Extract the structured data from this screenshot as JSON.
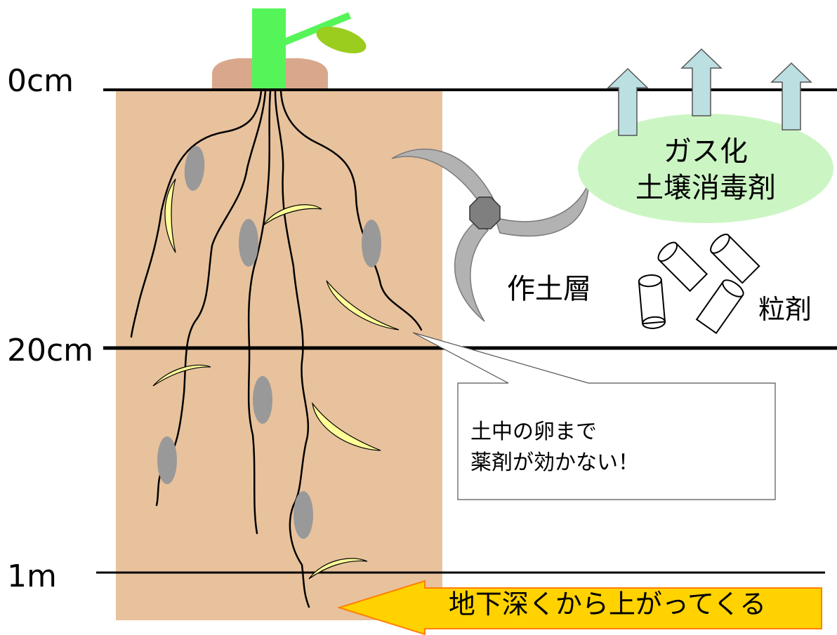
{
  "depths": {
    "surface": "0cm",
    "topsoil": "20cm",
    "deep": "1m"
  },
  "gas": {
    "line1": "ガス化",
    "line2": "土壌消毒剤"
  },
  "layer": "作土層",
  "granule": "粒剤",
  "callout": {
    "line1": "土中の卵まで",
    "line2": "薬剤が効かない！"
  },
  "arrow": "地下深くから上がってくる",
  "colors": {
    "soil": "#e8c29d",
    "mound": "#d9a88c",
    "stem": "#55f55a",
    "leaf": "#9acd1e",
    "egg": "#999999",
    "larva": "#ffff99",
    "gas_cloud": "#ccf5c4",
    "gas_arrow": "#bcdfe2",
    "tine": "#b2b2b2",
    "hub": "#7f7f7f",
    "big_arrow_fill": "#ffd200",
    "big_arrow_stroke": "#ff8000"
  }
}
